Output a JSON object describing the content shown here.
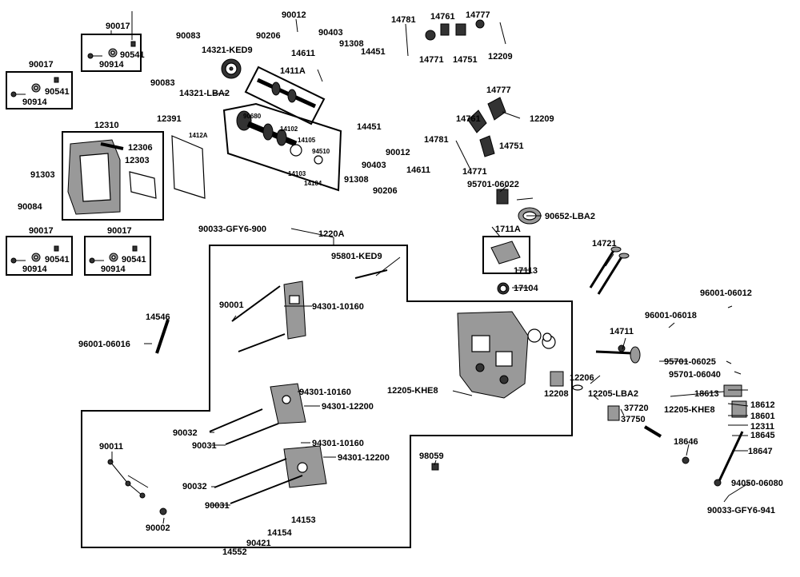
{
  "labels": {
    "l90017_a": "90017",
    "l90541_a": "90541",
    "l90914_a": "90914",
    "l90017_b": "90017",
    "l90541_b": "90541",
    "l90914_b": "90914",
    "l90017_c": "90017",
    "l90541_c": "90541",
    "l90914_c": "90914",
    "l90017_d": "90017",
    "l90541_d": "90541",
    "l90914_d": "90914",
    "l90083_a": "90083",
    "l90083_b": "90083",
    "l14321_ked9": "14321-KED9",
    "l14321_lba2": "14321-LBA2",
    "l90012_a": "90012",
    "l90206_a": "90206",
    "l90403_a": "90403",
    "l14611_a": "14611",
    "l91308_a": "91308",
    "l14451_a": "14451",
    "l14781_a": "14781",
    "l14761_a": "14761",
    "l14777_a": "14777",
    "l14771_a": "14771",
    "l14751_a": "14751",
    "l12209_a": "12209",
    "l1411a": "1411A",
    "l12391": "12391",
    "l1412a": "1412A",
    "l90680": "90680",
    "l14102": "14102",
    "l14105": "14105",
    "l94510": "94510",
    "l14103": "14103",
    "l14104": "14104",
    "l12310": "12310",
    "l12306": "12306",
    "l12303": "12303",
    "l91303": "91303",
    "l90084": "90084",
    "l14777_b": "14777",
    "l14761_b": "14761",
    "l12209_b": "12209",
    "l14751_b": "14751",
    "l14451_b": "14451",
    "l14781_b": "14781",
    "l90012_b": "90012",
    "l90403_b": "90403",
    "l14611_b": "14611",
    "l14771_b": "14771",
    "l91308_b": "91308",
    "l90206_b": "90206",
    "l95701_06022": "95701-06022",
    "l90652_lba2": "90652-LBA2",
    "l90033_gfy6_900": "90033-GFY6-900",
    "l1220a": "1220A",
    "l1711a": "1711A",
    "l17113": "17113",
    "l17104": "17104",
    "l14721": "14721",
    "l95801_ked9": "95801-KED9",
    "l90001": "90001",
    "l94301_10160_a": "94301-10160",
    "l14546": "14546",
    "l96001_06016": "96001-06016",
    "l96001_06012": "96001-06012",
    "l96001_06018": "96001-06018",
    "l14711": "14711",
    "l95701_06025": "95701-06025",
    "l95701_06040": "95701-06040",
    "l12206": "12206",
    "l12208": "12208",
    "l12205_khe8_a": "12205-KHE8",
    "l12205_lba2": "12205-LBA2",
    "l18613": "18613",
    "l18612": "18612",
    "l18601": "18601",
    "l12311": "12311",
    "l18645": "18645",
    "l37720": "37720",
    "l37750": "37750",
    "l12205_khe8_b": "12205-KHE8",
    "l18646": "18646",
    "l18647": "18647",
    "l94301_10160_b": "94301-10160",
    "l94301_12200_a": "94301-12200",
    "l90032_a": "90032",
    "l90031_a": "90031",
    "l94301_10160_c": "94301-10160",
    "l94301_12200_b": "94301-12200",
    "l90011": "90011",
    "l98059": "98059",
    "l90032_b": "90032",
    "l90031_b": "90031",
    "l90002": "90002",
    "l14153": "14153",
    "l14154": "14154",
    "l90421": "90421",
    "l14552": "14552",
    "l94050_06080": "94050-06080",
    "l90033_gfy6_941": "90033-GFY6-941"
  }
}
